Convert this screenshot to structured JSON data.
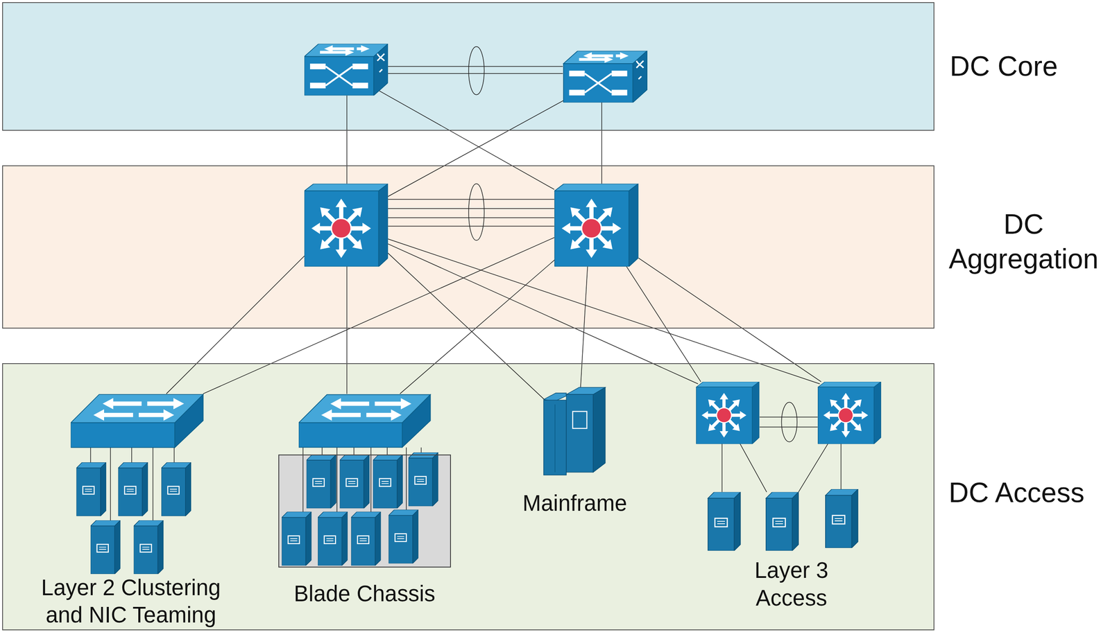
{
  "diagram": {
    "nodes": [
      {
        "text": [
          "DC Core"
        ]
      },
      {
        "text": [
          "DC Aggregation"
        ]
      },
      {
        "text": [
          "DC Access"
        ]
      },
      {
        "text": [
          "Blade Chassis"
        ],
        "in": 2
      },
      {
        "text": [
          "Mainframe"
        ],
        "in": 2
      }
    ],
    "labels": [
      "Layer 2 Clustering and NIC Teaming",
      "Layer 3 Access"
    ]
  }
}
